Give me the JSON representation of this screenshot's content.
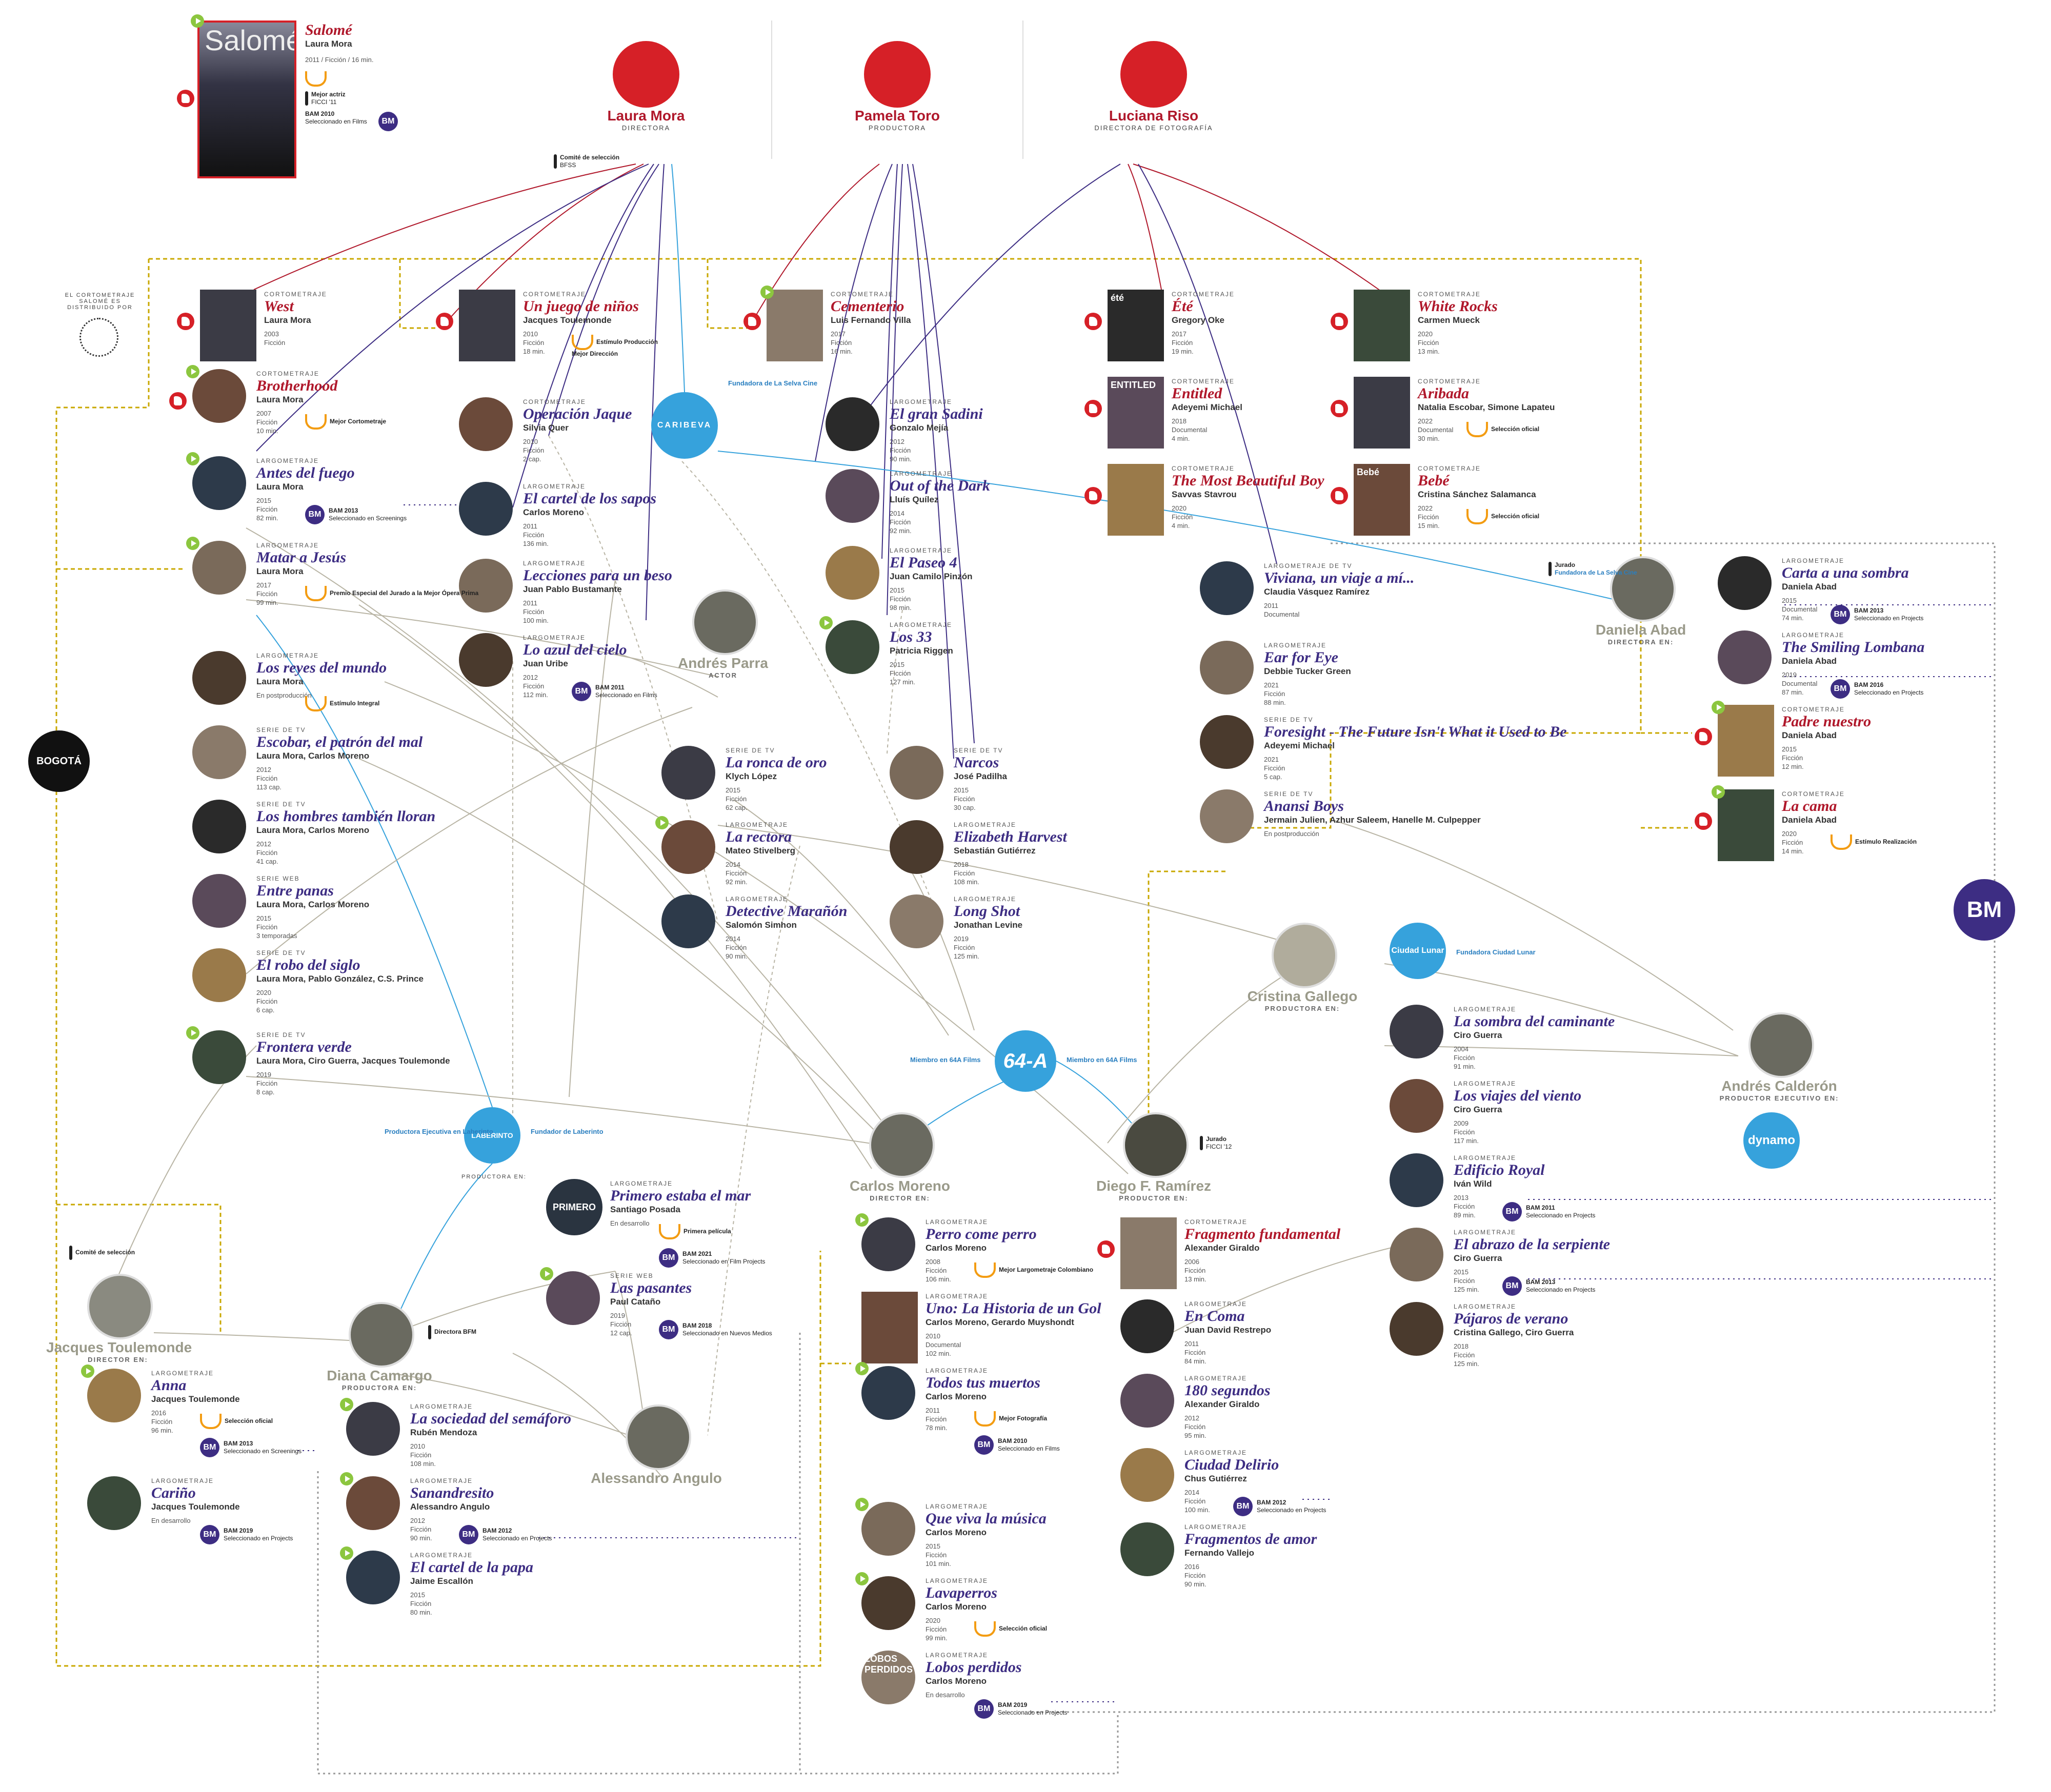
{
  "people": {
    "laura": {
      "name": "Laura Mora",
      "role": "DIRECTORA"
    },
    "pamela": {
      "name": "Pamela Toro",
      "role": "PRODUCTORA"
    },
    "luciana": {
      "name": "Luciana Riso",
      "role": "DIRECTORA DE FOTOGRAFÍA"
    },
    "andres_parra": {
      "name": "Andrés Parra",
      "role": "ACTOR"
    },
    "daniela": {
      "name": "Daniela Abad",
      "role": "DIRECTORA EN:"
    },
    "cristina": {
      "name": "Cristina Gallego",
      "role": "PRODUCTORA EN:"
    },
    "andres_calderon": {
      "name": "Andrés Calderón",
      "role": "PRODUCTOR EJECUTIVO EN:"
    },
    "carlos": {
      "name": "Carlos Moreno",
      "role": "DIRECTOR EN:"
    },
    "diego": {
      "name": "Diego F. Ramírez",
      "role": "PRODUCTOR EN:"
    },
    "jacques": {
      "name": "Jacques Toulemonde",
      "role": "DIRECTOR EN:"
    },
    "diana": {
      "name": "Diana Camargo",
      "role": "PRODUCTORA EN:"
    },
    "alessandro": {
      "name": "Alessandro Angulo",
      "role": ""
    }
  },
  "header": {
    "title": "Salomé",
    "director": "Laura Mora",
    "meta": "2011 / Ficción / 16 min.",
    "poster_text": "Salomé",
    "award": "Mejor actriz",
    "award2": "FICCI '11",
    "bam": "BAM 2010",
    "bam2": "Seleccionado en Films",
    "jury": "Comité de selección",
    "jury2": "BFSS"
  },
  "distrib_note": "EL CORTOMETRAJE SALOMÉ ES DISTRIBUIDO POR",
  "orgs": {
    "caribeva": "CARIBEVA",
    "caribeva_lbl": "Fundadora de La Selva Cine",
    "laberinto": "LABERINTO",
    "laberinto_l": "Productora Ejecutiva en Laberinto",
    "laberinto_r": "Fundador de Laberinto",
    "laberinto_role": "PRODUCTORA EN:",
    "s64a": "64-A",
    "s64a_l": "Miembro en 64A Films",
    "s64a_r": "Miembro en 64A Films",
    "lunar": "Ciudad Lunar",
    "lunar_lbl": "Fundadora Ciudad Lunar",
    "dynamo": "dynamo",
    "bogota": "BOGOTÁ",
    "bm": "BM",
    "primero": "PRIMERO",
    "daniela_jury": "Jurado",
    "daniela_jury2": "Fundadora de La Selva Cine",
    "diego_jury": "Jurado",
    "diego_jury2": "FICCI '12",
    "diana_jury": "Directora BFM",
    "jacques_jury": "Comité de selección"
  },
  "works": [
    {
      "id": "west",
      "kind": "CORTOMETRAJE",
      "title": "West",
      "credit": "Laura Mora",
      "meta": [
        "2003",
        "Ficción"
      ],
      "color": "r"
    },
    {
      "id": "brotherhood",
      "kind": "CORTOMETRAJE",
      "title": "Brotherhood",
      "credit": "Laura Mora",
      "meta": [
        "2007",
        "Ficción",
        "10 min."
      ],
      "color": "r",
      "award": "Mejor Cortometraje"
    },
    {
      "id": "antes",
      "kind": "LARGOMETRAJE",
      "title": "Antes del fuego",
      "credit": "Laura Mora",
      "meta": [
        "2015",
        "Ficción",
        "82 min."
      ],
      "color": "p",
      "bam": "BAM 2013",
      "bam2": "Seleccionado en Screenings"
    },
    {
      "id": "matar",
      "kind": "LARGOMETRAJE",
      "title": "Matar a Jesús",
      "credit": "Laura Mora",
      "meta": [
        "2017",
        "Ficción",
        "99 min."
      ],
      "color": "p",
      "award": "Premio Especial del Jurado a la Mejor Ópera Prima"
    },
    {
      "id": "reyes",
      "kind": "LARGOMETRAJE",
      "title": "Los reyes del mundo",
      "credit": "Laura Mora",
      "meta": [
        "En postproducción"
      ],
      "color": "p",
      "award": "Estímulo Integral"
    },
    {
      "id": "escobar",
      "kind": "SERIE DE TV",
      "title": "Escobar, el patrón del mal",
      "credit": "Laura Mora, Carlos Moreno",
      "meta": [
        "2012",
        "Ficción",
        "113 cap."
      ],
      "color": "p"
    },
    {
      "id": "hombres",
      "kind": "SERIE DE TV",
      "title": "Los hombres también lloran",
      "credit": "Laura Mora, Carlos Moreno",
      "meta": [
        "2012",
        "Ficción",
        "41 cap."
      ],
      "color": "p"
    },
    {
      "id": "panas",
      "kind": "SERIE WEB",
      "title": "Entre panas",
      "credit": "Laura Mora, Carlos Moreno",
      "meta": [
        "2015",
        "Ficción",
        "3 temporadas"
      ],
      "color": "p"
    },
    {
      "id": "robo",
      "kind": "SERIE DE TV",
      "title": "El robo del siglo",
      "credit": "Laura Mora, Pablo González, C.S. Prince",
      "meta": [
        "2020",
        "Ficción",
        "6 cap."
      ],
      "color": "p"
    },
    {
      "id": "frontera",
      "kind": "SERIE DE TV",
      "title": "Frontera verde",
      "credit": "Laura Mora, Ciro Guerra, Jacques Toulemonde",
      "meta": [
        "2019",
        "Ficción",
        "8 cap."
      ],
      "color": "p"
    },
    {
      "id": "juego",
      "kind": "CORTOMETRAJE",
      "title": "Un juego de niños",
      "credit": "Jacques Toulemonde",
      "meta": [
        "2010",
        "Ficción",
        "18 min."
      ],
      "color": "r",
      "award": "Estímulo Producción",
      "award2": "Mejor Dirección"
    },
    {
      "id": "jaque",
      "kind": "CORTOMETRAJE",
      "title": "Operación Jaque",
      "credit": "Silvia Quer",
      "meta": [
        "2010",
        "Ficción",
        "2 cap."
      ],
      "color": "p"
    },
    {
      "id": "sapos",
      "kind": "LARGOMETRAJE",
      "title": "El cartel de los sapos",
      "credit": "Carlos Moreno",
      "meta": [
        "2011",
        "Ficción",
        "136 min."
      ],
      "color": "p"
    },
    {
      "id": "lecciones",
      "kind": "LARGOMETRAJE",
      "title": "Lecciones para un beso",
      "credit": "Juan Pablo Bustamante",
      "meta": [
        "2011",
        "Ficción",
        "100 min."
      ],
      "color": "p"
    },
    {
      "id": "azul",
      "kind": "LARGOMETRAJE",
      "title": "Lo azul del cielo",
      "credit": "Juan Uribe",
      "meta": [
        "2012",
        "Ficción",
        "112 min."
      ],
      "color": "p",
      "bam": "BAM 2011",
      "bam2": "Seleccionado en Films"
    },
    {
      "id": "cementerio",
      "kind": "CORTOMETRAJE",
      "title": "Cementerio",
      "credit": "Luis Fernando Villa",
      "meta": [
        "2017",
        "Ficción",
        "16 min."
      ],
      "color": "r"
    },
    {
      "id": "sadini",
      "kind": "LARGOMETRAJE",
      "title": "El gran Sadini",
      "credit": "Gonzalo Mejía",
      "meta": [
        "2012",
        "Ficción",
        "90 min."
      ],
      "color": "p"
    },
    {
      "id": "dark",
      "kind": "LARGOMETRAJE",
      "title": "Out of the Dark",
      "credit": "Lluís Quílez",
      "meta": [
        "2014",
        "Ficción",
        "92 min."
      ],
      "color": "p"
    },
    {
      "id": "paseo",
      "kind": "LARGOMETRAJE",
      "title": "El Paseo 4",
      "credit": "Juan Camilo Pinzón",
      "meta": [
        "2015",
        "Ficción",
        "98 min."
      ],
      "color": "p"
    },
    {
      "id": "los33",
      "kind": "LARGOMETRAJE",
      "title": "Los 33",
      "credit": "Patricia Riggen",
      "meta": [
        "2015",
        "Ficción",
        "127 min."
      ],
      "color": "p"
    },
    {
      "id": "ronca",
      "kind": "SERIE DE TV",
      "title": "La ronca de oro",
      "credit": "Klych López",
      "meta": [
        "2015",
        "Ficción",
        "62 cap."
      ],
      "color": "p"
    },
    {
      "id": "rectora",
      "kind": "LARGOMETRAJE",
      "title": "La rectora",
      "credit": "Mateo Stivelberg",
      "meta": [
        "2014",
        "Ficción",
        "92 min."
      ],
      "color": "p"
    },
    {
      "id": "maranon",
      "kind": "LARGOMETRAJE",
      "title": "Detective Marañón",
      "credit": "Salomón Simhon",
      "meta": [
        "2014",
        "Ficción",
        "90 min."
      ],
      "color": "p"
    },
    {
      "id": "narcos",
      "kind": "SERIE DE TV",
      "title": "Narcos",
      "credit": "José Padilha",
      "meta": [
        "2015",
        "Ficción",
        "30 cap."
      ],
      "color": "p"
    },
    {
      "id": "harvest",
      "kind": "LARGOMETRAJE",
      "title": "Elizabeth Harvest",
      "credit": "Sebastián Gutiérrez",
      "meta": [
        "2018",
        "Ficción",
        "108 min."
      ],
      "color": "p"
    },
    {
      "id": "longshot",
      "kind": "LARGOMETRAJE",
      "title": "Long Shot",
      "credit": "Jonathan Levine",
      "meta": [
        "2019",
        "Ficción",
        "125 min."
      ],
      "color": "p"
    },
    {
      "id": "ete",
      "kind": "CORTOMETRAJE",
      "title": "Été",
      "credit": "Gregory Oke",
      "meta": [
        "2017",
        "Ficción",
        "19 min."
      ],
      "color": "r",
      "poster": "été"
    },
    {
      "id": "entitled",
      "kind": "CORTOMETRAJE",
      "title": "Entitled",
      "credit": "Adeyemi Michael",
      "meta": [
        "2018",
        "Documental",
        "4 min."
      ],
      "color": "r",
      "poster": "ENTITLED"
    },
    {
      "id": "beautiful",
      "kind": "CORTOMETRAJE",
      "title": "The Most Beautiful Boy",
      "credit": "Savvas Stavrou",
      "meta": [
        "2020",
        "Ficción",
        "4 min."
      ],
      "color": "r"
    },
    {
      "id": "white",
      "kind": "CORTOMETRAJE",
      "title": "White Rocks",
      "credit": "Carmen Mueck",
      "meta": [
        "2020",
        "Ficción",
        "13 min."
      ],
      "color": "r"
    },
    {
      "id": "aribada",
      "kind": "CORTOMETRAJE",
      "title": "Aribada",
      "credit": "Natalia Escobar, Simone Lapateu",
      "meta": [
        "2022",
        "Documental",
        "30 min."
      ],
      "color": "r",
      "award": "Selección oficial"
    },
    {
      "id": "bebe",
      "kind": "CORTOMETRAJE",
      "title": "Bebé",
      "credit": "Cristina Sánchez Salamanca",
      "meta": [
        "2022",
        "Ficción",
        "15 min."
      ],
      "color": "r",
      "award": "Selección oficial",
      "poster": "Bebé"
    },
    {
      "id": "viviana",
      "kind": "LARGOMETRAJE DE TV",
      "title": "Viviana, un viaje a mí...",
      "credit": "Claudia Vásquez Ramírez",
      "meta": [
        "2011",
        "Documental"
      ],
      "color": "p"
    },
    {
      "id": "ear",
      "kind": "LARGOMETRAJE",
      "title": "Ear for Eye",
      "credit": "Debbie Tucker Green",
      "meta": [
        "2021",
        "Ficción",
        "88 min."
      ],
      "color": "p"
    },
    {
      "id": "foresight",
      "kind": "SERIE DE TV",
      "title": "Foresight - The Future Isn't What it Used to Be",
      "credit": "Adeyemi Michael",
      "meta": [
        "2021",
        "Ficción",
        "5 cap."
      ],
      "color": "p"
    },
    {
      "id": "anansi",
      "kind": "SERIE DE TV",
      "title": "Anansi Boys",
      "credit": "Jermain Julien, Azhur Saleem, Hanelle M. Culpepper",
      "meta": [
        "En postproducción"
      ],
      "color": "p"
    },
    {
      "id": "carta",
      "kind": "LARGOMETRAJE",
      "title": "Carta a una sombra",
      "credit": "Daniela Abad",
      "meta": [
        "2015",
        "Documental",
        "74 min."
      ],
      "color": "p",
      "bam": "BAM 2013",
      "bam2": "Seleccionado en Projects"
    },
    {
      "id": "lombana",
      "kind": "LARGOMETRAJE",
      "title": "The Smiling Lombana",
      "credit": "Daniela Abad",
      "meta": [
        "2019",
        "Documental",
        "87 min."
      ],
      "color": "p",
      "bam": "BAM 2016",
      "bam2": "Seleccionado en Projects"
    },
    {
      "id": "padre",
      "kind": "CORTOMETRAJE",
      "title": "Padre nuestro",
      "credit": "Daniela Abad",
      "meta": [
        "2015",
        "Ficción",
        "12 min."
      ],
      "color": "r"
    },
    {
      "id": "cama",
      "kind": "CORTOMETRAJE",
      "title": "La cama",
      "credit": "Daniela Abad",
      "meta": [
        "2020",
        "Ficción",
        "14 min."
      ],
      "color": "r",
      "award": "Estímulo Realización"
    },
    {
      "id": "sombra",
      "kind": "LARGOMETRAJE",
      "title": "La sombra del caminante",
      "credit": "Ciro Guerra",
      "meta": [
        "2004",
        "Ficción",
        "91 min."
      ],
      "color": "p"
    },
    {
      "id": "viajes",
      "kind": "LARGOMETRAJE",
      "title": "Los viajes del viento",
      "credit": "Ciro Guerra",
      "meta": [
        "2009",
        "Ficción",
        "117 min."
      ],
      "color": "p"
    },
    {
      "id": "edificio",
      "kind": "LARGOMETRAJE",
      "title": "Edificio Royal",
      "credit": "Iván Wild",
      "meta": [
        "2013",
        "Ficción",
        "89 min."
      ],
      "color": "p",
      "bam": "BAM 2011",
      "bam2": "Seleccionado en Projects"
    },
    {
      "id": "abrazo",
      "kind": "LARGOMETRAJE",
      "title": "El abrazo de la serpiente",
      "credit": "Ciro Guerra",
      "meta": [
        "2015",
        "Ficción",
        "125 min."
      ],
      "color": "p",
      "bam": "BAM 2013",
      "bam2": "Seleccionado en Projects"
    },
    {
      "id": "pajaros",
      "kind": "LARGOMETRAJE",
      "title": "Pájaros de verano",
      "credit": "Cristina Gallego, Ciro Guerra",
      "meta": [
        "2018",
        "Ficción",
        "125 min."
      ],
      "color": "p"
    },
    {
      "id": "fragmento",
      "kind": "CORTOMETRAJE",
      "title": "Fragmento fundamental",
      "credit": "Alexander Giraldo",
      "meta": [
        "2006",
        "Ficción",
        "13 min."
      ],
      "color": "r"
    },
    {
      "id": "encoma",
      "kind": "LARGOMETRAJE",
      "title": "En Coma",
      "credit": "Juan David Restrepo",
      "meta": [
        "2011",
        "Ficción",
        "84 min."
      ],
      "color": "p"
    },
    {
      "id": "segundos",
      "kind": "LARGOMETRAJE",
      "title": "180 segundos",
      "credit": "Alexander Giraldo",
      "meta": [
        "2012",
        "Ficción",
        "95 min."
      ],
      "color": "p"
    },
    {
      "id": "delirio",
      "kind": "LARGOMETRAJE",
      "title": "Ciudad Delirio",
      "credit": "Chus Gutiérrez",
      "meta": [
        "2014",
        "Ficción",
        "100 min."
      ],
      "color": "p",
      "bam": "BAM 2012",
      "bam2": "Seleccionado en Projects"
    },
    {
      "id": "fragmentos",
      "kind": "LARGOMETRAJE",
      "title": "Fragmentos de amor",
      "credit": "Fernando Vallejo",
      "meta": [
        "2016",
        "Ficción",
        "90 min."
      ],
      "color": "p"
    },
    {
      "id": "perro",
      "kind": "LARGOMETRAJE",
      "title": "Perro come perro",
      "credit": "Carlos Moreno",
      "meta": [
        "2008",
        "Ficción",
        "106 min."
      ],
      "color": "p",
      "award": "Mejor Largometraje Colombiano"
    },
    {
      "id": "gol",
      "kind": "LARGOMETRAJE",
      "title": "Uno: La Historia de un Gol",
      "credit": "Carlos Moreno, Gerardo Muyshondt",
      "meta": [
        "2010",
        "Documental",
        "102 min."
      ],
      "color": "p"
    },
    {
      "id": "muertos",
      "kind": "LARGOMETRAJE",
      "title": "Todos tus muertos",
      "credit": "Carlos Moreno",
      "meta": [
        "2011",
        "Ficción",
        "78 min."
      ],
      "color": "p",
      "award": "Mejor Fotografía",
      "bam": "BAM 2010",
      "bam2": "Seleccionado en Films"
    },
    {
      "id": "musica",
      "kind": "LARGOMETRAJE",
      "title": "Que viva la música",
      "credit": "Carlos Moreno",
      "meta": [
        "2015",
        "Ficción",
        "101 min."
      ],
      "color": "p"
    },
    {
      "id": "lavaperros",
      "kind": "LARGOMETRAJE",
      "title": "Lavaperros",
      "credit": "Carlos Moreno",
      "meta": [
        "2020",
        "Ficción",
        "99 min."
      ],
      "color": "p",
      "award": "Selección oficial"
    },
    {
      "id": "lobos",
      "kind": "LARGOMETRAJE",
      "title": "Lobos perdidos",
      "credit": "Carlos Moreno",
      "meta": [
        "En desarrollo"
      ],
      "color": "p",
      "bam": "BAM 2019",
      "bam2": "Seleccionado en Projects",
      "poster": "LOBOS PERDIDOS"
    },
    {
      "id": "primero_mar",
      "kind": "LARGOMETRAJE",
      "title": "Primero estaba el mar",
      "credit": "Santiago Posada",
      "meta": [
        "En desarrollo"
      ],
      "color": "p",
      "award": "Primera película",
      "bam": "BAM 2021",
      "bam2": "Seleccionado en Film Projects"
    },
    {
      "id": "pasantes",
      "kind": "SERIE WEB",
      "title": "Las pasantes",
      "credit": "Paul Cataño",
      "meta": [
        "2019",
        "Ficción",
        "12 cap."
      ],
      "color": "p",
      "bam": "BAM 2018",
      "bam2": "Seleccionado en Nuevos Medios"
    },
    {
      "id": "anna",
      "kind": "LARGOMETRAJE",
      "title": "Anna",
      "credit": "Jacques Toulemonde",
      "meta": [
        "2016",
        "Ficción",
        "96 min."
      ],
      "color": "p",
      "award": "Selección oficial",
      "bam": "BAM 2013",
      "bam2": "Seleccionado en Screenings"
    },
    {
      "id": "carino",
      "kind": "LARGOMETRAJE",
      "title": "Cariño",
      "credit": "Jacques Toulemonde",
      "meta": [
        "En desarrollo"
      ],
      "color": "p",
      "bam": "BAM 2019",
      "bam2": "Seleccionado en Projects"
    },
    {
      "id": "semaforo",
      "kind": "LARGOMETRAJE",
      "title": "La sociedad del semáforo",
      "credit": "Rubén Mendoza",
      "meta": [
        "2010",
        "Ficción",
        "108 min."
      ],
      "color": "p"
    },
    {
      "id": "sanandresito",
      "kind": "LARGOMETRAJE",
      "title": "Sanandresito",
      "credit": "Alessandro Angulo",
      "meta": [
        "2012",
        "Ficción",
        "90 min."
      ],
      "color": "p",
      "bam": "BAM 2012",
      "bam2": "Seleccionado en Projects"
    },
    {
      "id": "papa",
      "kind": "LARGOMETRAJE",
      "title": "El cartel de la papa",
      "credit": "Jaime Escallón",
      "meta": [
        "2015",
        "Ficción",
        "80 min."
      ],
      "color": "p"
    }
  ],
  "colors": {
    "red": "#b0182b",
    "purple": "#3d2d83",
    "blue": "#36a2dc",
    "olive": "#c9a800",
    "grey": "#b8b4a4",
    "green": "#8cc63f"
  }
}
